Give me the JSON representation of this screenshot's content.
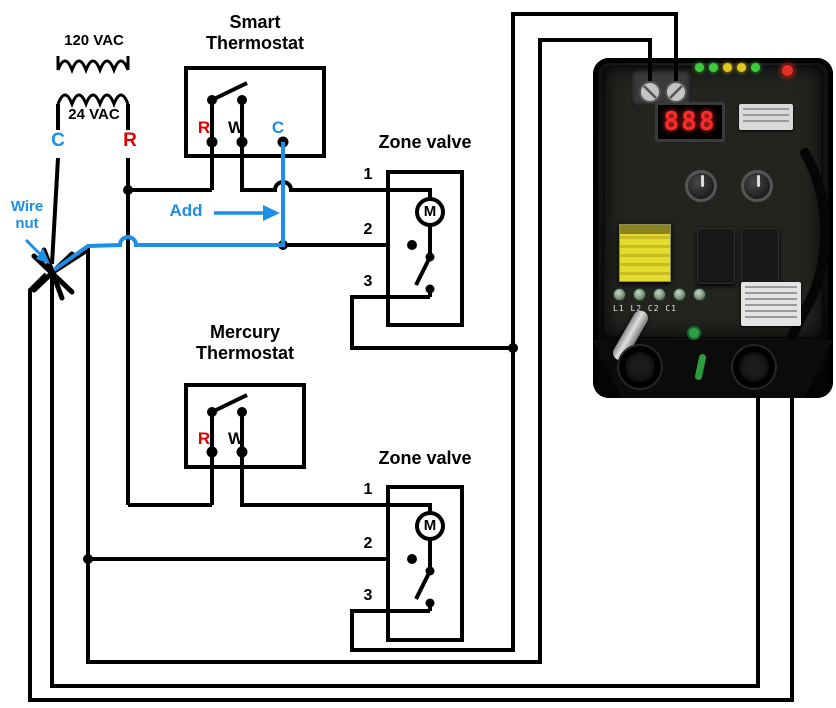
{
  "colors": {
    "wire": "#000000",
    "added_wire": "#1c8fe6",
    "r_label": "#e00000",
    "c_label": "#1c8fe6"
  },
  "transformer": {
    "primary": "120 VAC",
    "secondary": "24 VAC",
    "c": "C",
    "r": "R"
  },
  "smart_thermostat": {
    "title": "Smart\nThermostat",
    "r": "R",
    "w": "W",
    "c": "C"
  },
  "mercury_thermostat": {
    "title": "Mercury\nThermostat",
    "r": "R",
    "w": "W"
  },
  "zone_valve_1": {
    "title": "Zone valve",
    "t1": "1",
    "t2": "2",
    "t3": "3",
    "motor": "M"
  },
  "zone_valve_2": {
    "title": "Zone valve",
    "t1": "1",
    "t2": "2",
    "t3": "3",
    "motor": "M"
  },
  "annotations": {
    "wire_nut": "Wire\nnut",
    "add": "Add"
  },
  "control": {
    "display": "888",
    "terminals": "L1 L2 C2 C1"
  }
}
